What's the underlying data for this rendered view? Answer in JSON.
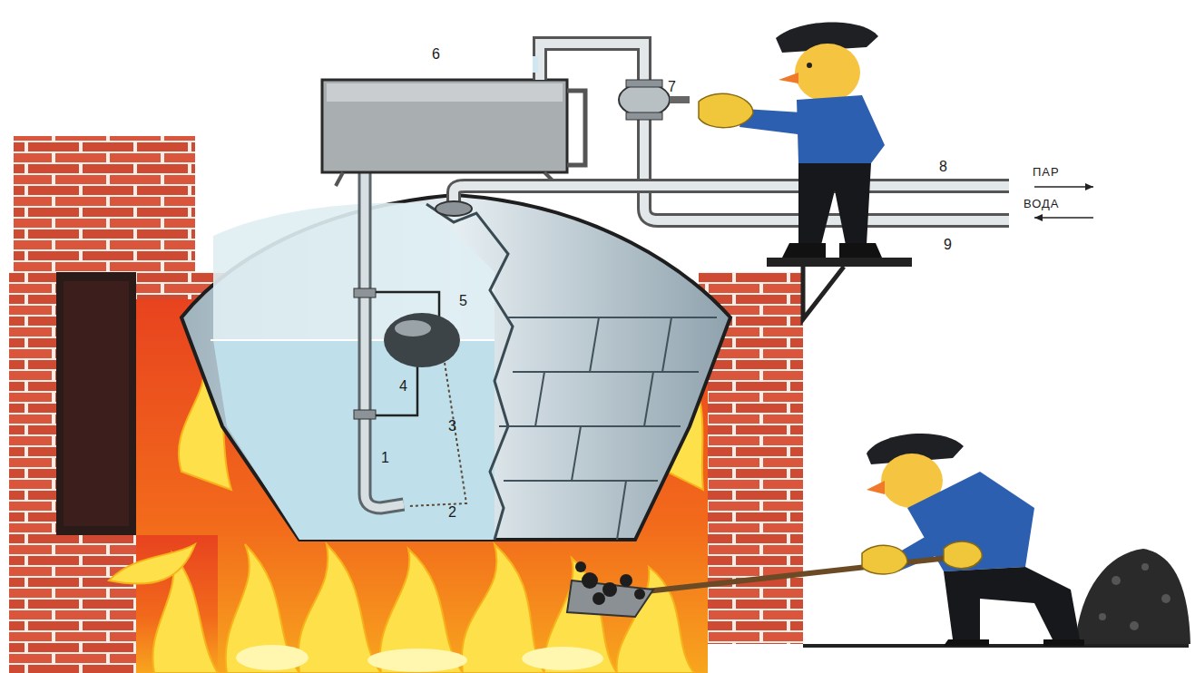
{
  "diagram": {
    "labels": [
      "6",
      "7",
      "8",
      "ПАР",
      "ВОДА",
      "9",
      "5",
      "4",
      "3",
      "1",
      "2"
    ]
  }
}
